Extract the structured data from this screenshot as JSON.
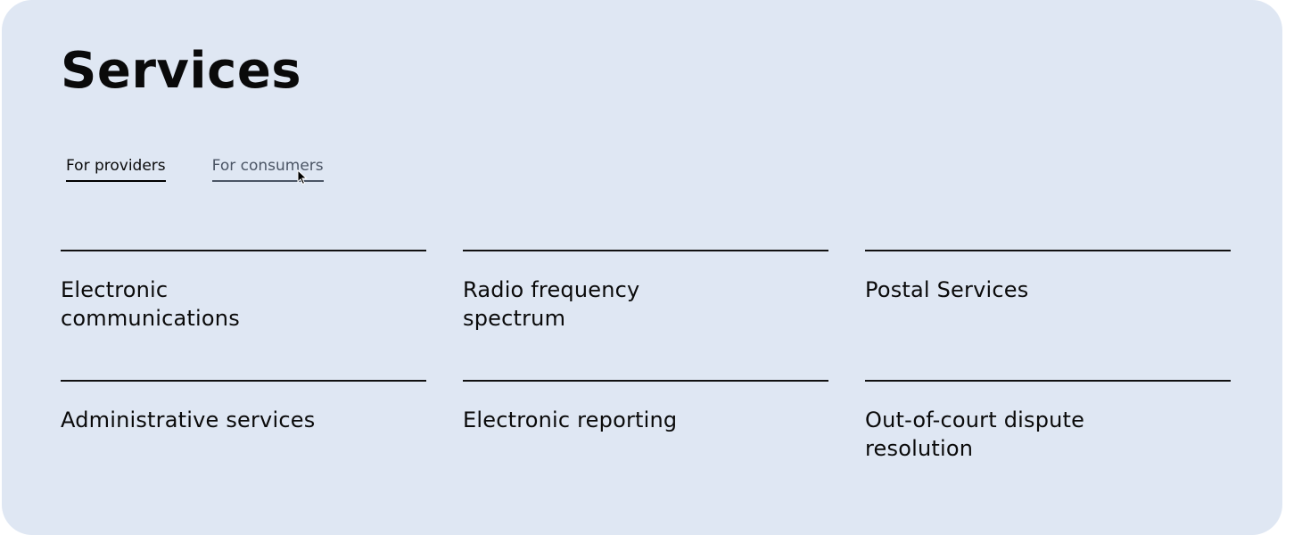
{
  "section": {
    "title": "Services"
  },
  "tabs": [
    {
      "label": "For providers",
      "active": true
    },
    {
      "label": "For consumers",
      "active": false
    }
  ],
  "services": [
    {
      "label": "Electronic communications"
    },
    {
      "label": "Radio frequency spectrum"
    },
    {
      "label": "Postal Services"
    },
    {
      "label": "Administrative services"
    },
    {
      "label": "Electronic reporting"
    },
    {
      "label": "Out-of-court dispute resolution"
    }
  ],
  "colors": {
    "panel_background": "#dfe7f3",
    "text": "#0a0a0a",
    "inactive_tab": "#4b5565"
  },
  "icons": {
    "cursor": "mouse-pointer-icon"
  }
}
